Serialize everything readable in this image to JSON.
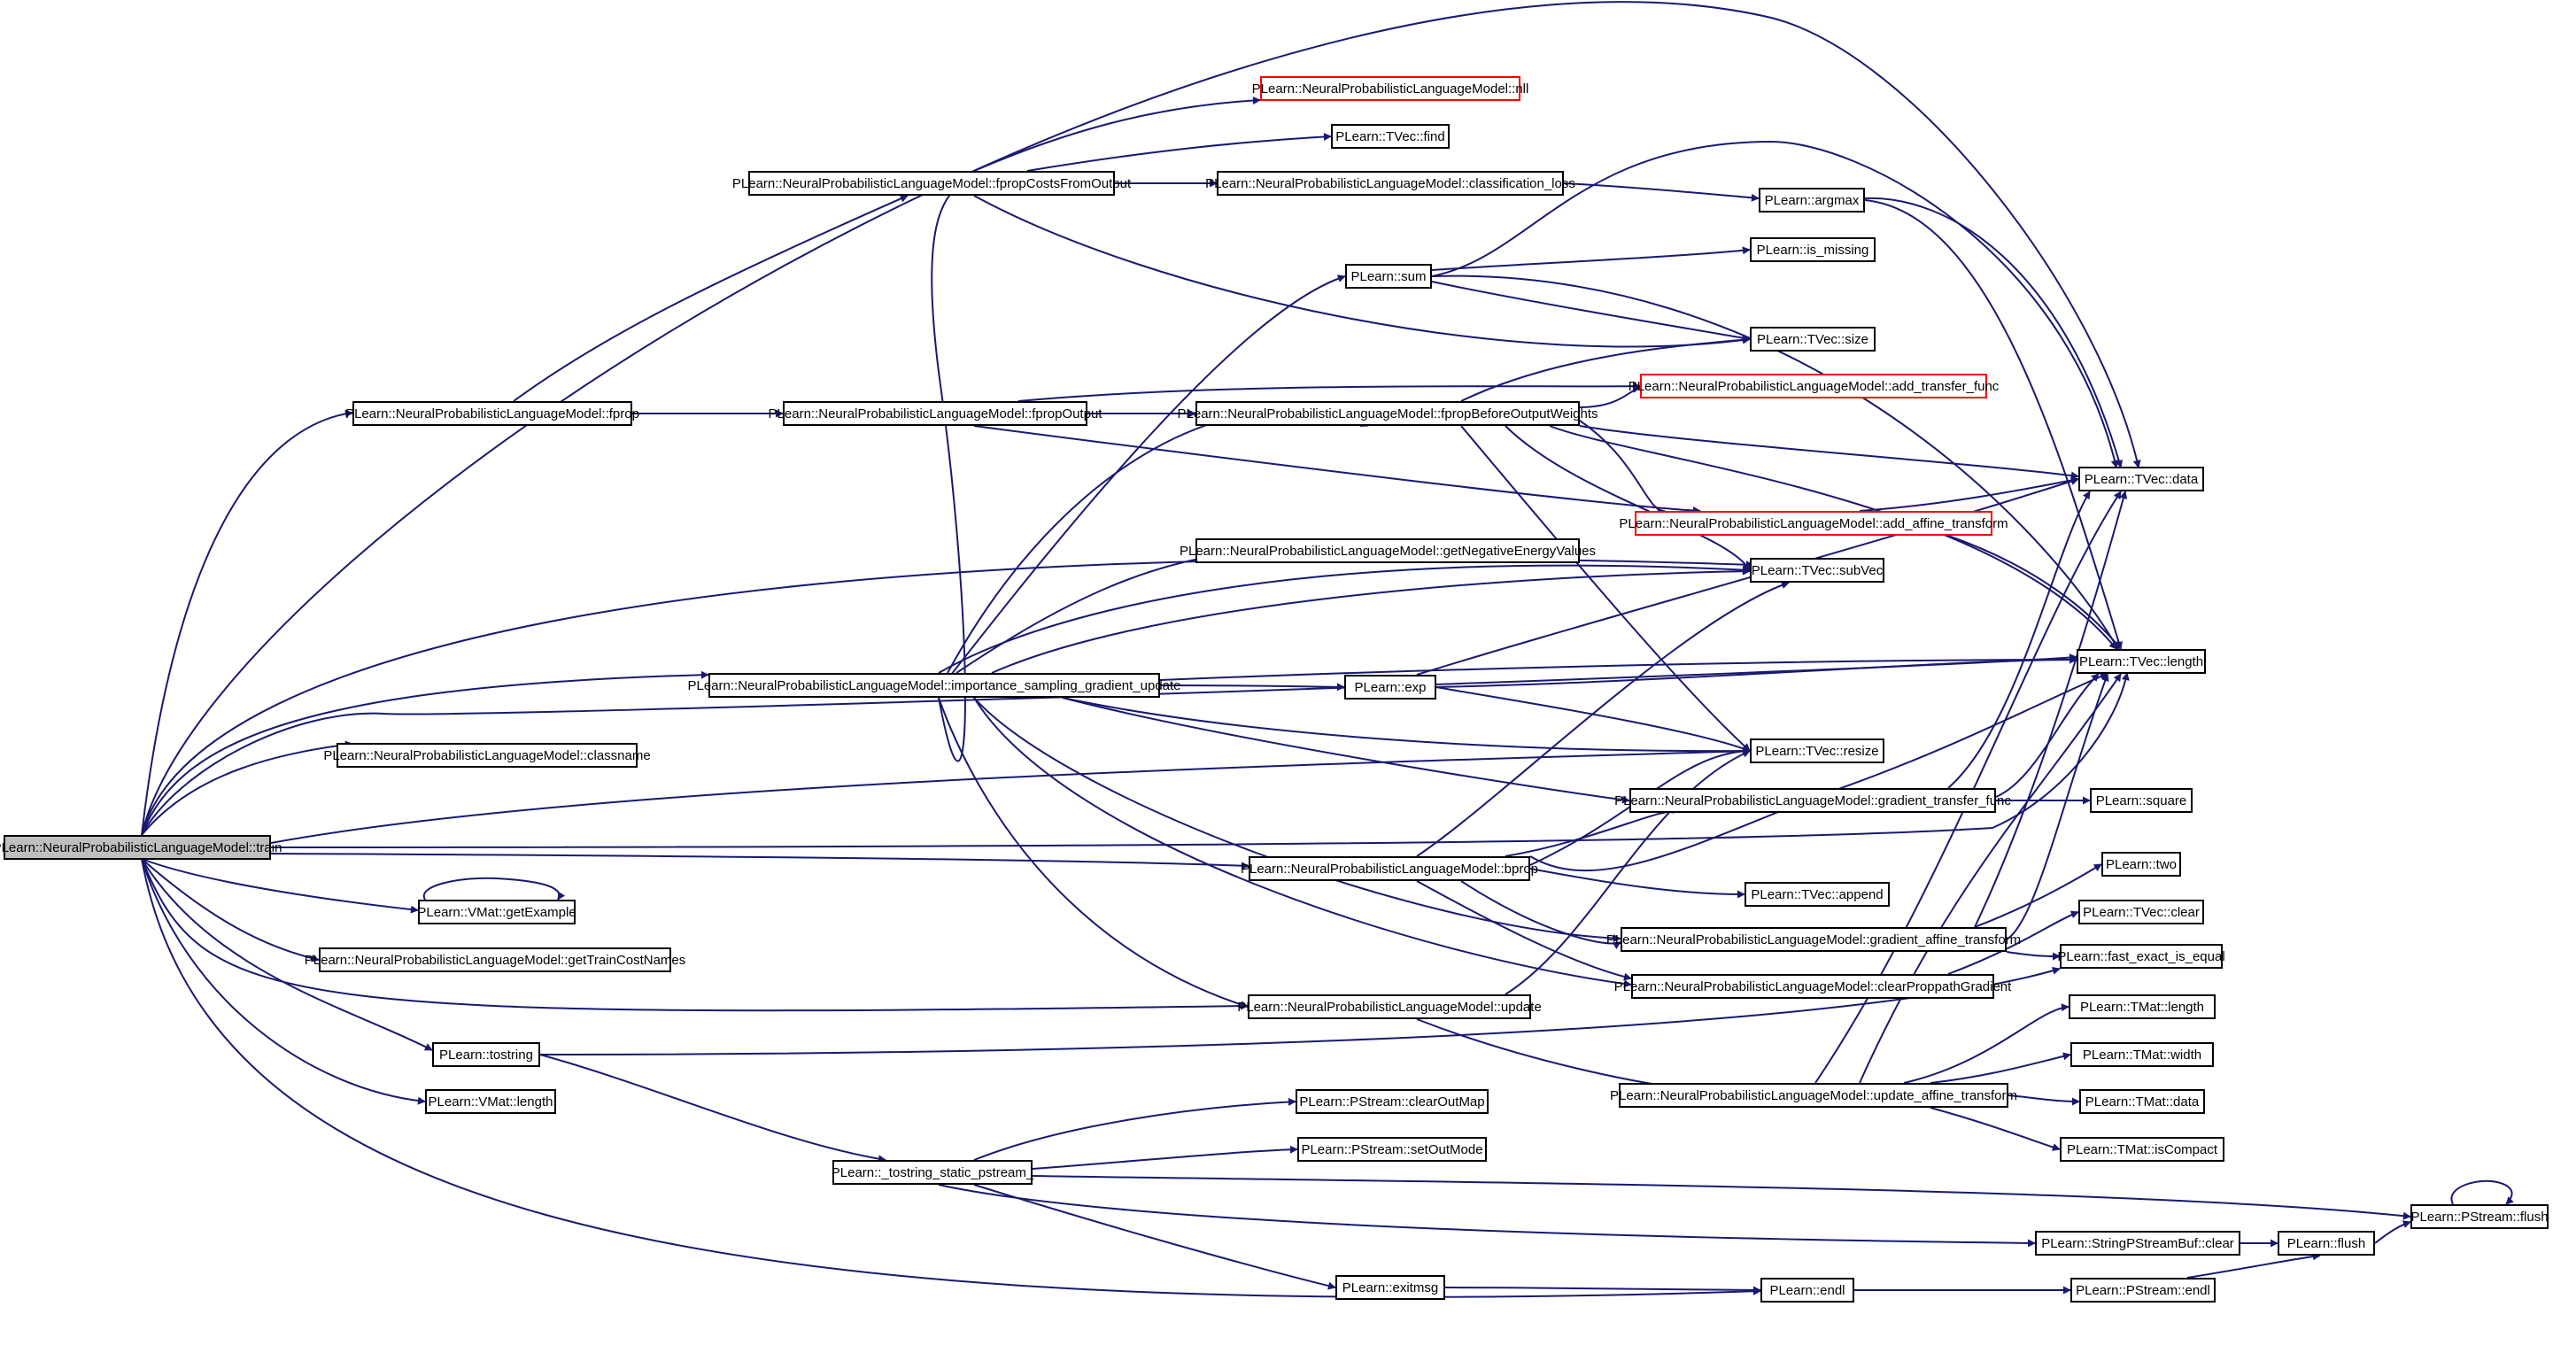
{
  "colors": {
    "edge": "#191970",
    "border": "#000000",
    "red_border": "#ff0000",
    "root_fill": "#bfbfbf"
  },
  "nodes": [
    {
      "id": "train",
      "label": "PLearn::NeuralProbabilisticLanguageModel::train",
      "root": true
    },
    {
      "id": "nll",
      "label": "PLearn::NeuralProbabilisticLanguageModel::nll",
      "red": true
    },
    {
      "id": "find",
      "label": "PLearn::TVec::find"
    },
    {
      "id": "fpcfo",
      "label": "PLearn::NeuralProbabilisticLanguageModel::fpropCostsFromOutput"
    },
    {
      "id": "closs",
      "label": "PLearn::NeuralProbabilisticLanguageModel::classification_loss"
    },
    {
      "id": "argmax",
      "label": "PLearn::argmax"
    },
    {
      "id": "sum",
      "label": "PLearn::sum"
    },
    {
      "id": "ismissing",
      "label": "PLearn::is_missing"
    },
    {
      "id": "size",
      "label": "PLearn::TVec::size"
    },
    {
      "id": "fprop",
      "label": "PLearn::NeuralProbabilisticLanguageModel::fprop"
    },
    {
      "id": "fpropout",
      "label": "PLearn::NeuralProbabilisticLanguageModel::fpropOutput"
    },
    {
      "id": "fbow",
      "label": "PLearn::NeuralProbabilisticLanguageModel::fpropBeforeOutputWeights"
    },
    {
      "id": "addtf",
      "label": "PLearn::NeuralProbabilisticLanguageModel::add_transfer_func",
      "red": true
    },
    {
      "id": "tdata",
      "label": "PLearn::TVec::data"
    },
    {
      "id": "addaff",
      "label": "PLearn::NeuralProbabilisticLanguageModel::add_affine_transform",
      "red": true
    },
    {
      "id": "gnev",
      "label": "PLearn::NeuralProbabilisticLanguageModel::getNegativeEnergyValues"
    },
    {
      "id": "subvec",
      "label": "PLearn::TVec::subVec"
    },
    {
      "id": "isgu",
      "label": "PLearn::NeuralProbabilisticLanguageModel::importance_sampling_gradient_update"
    },
    {
      "id": "exp",
      "label": "PLearn::exp"
    },
    {
      "id": "tlength",
      "label": "PLearn::TVec::length"
    },
    {
      "id": "classname",
      "label": "PLearn::NeuralProbabilisticLanguageModel::classname"
    },
    {
      "id": "resize",
      "label": "PLearn::TVec::resize"
    },
    {
      "id": "gtf",
      "label": "PLearn::NeuralProbabilisticLanguageModel::gradient_transfer_func"
    },
    {
      "id": "square",
      "label": "PLearn::square"
    },
    {
      "id": "bprop",
      "label": "PLearn::NeuralProbabilisticLanguageModel::bprop"
    },
    {
      "id": "two",
      "label": "PLearn::two"
    },
    {
      "id": "getex",
      "label": "PLearn::VMat::getExample"
    },
    {
      "id": "append",
      "label": "PLearn::TVec::append"
    },
    {
      "id": "tclear",
      "label": "PLearn::TVec::clear"
    },
    {
      "id": "gat",
      "label": "PLearn::NeuralProbabilisticLanguageModel::gradient_affine_transform"
    },
    {
      "id": "gtcn",
      "label": "PLearn::NeuralProbabilisticLanguageModel::getTrainCostNames"
    },
    {
      "id": "feie",
      "label": "PLearn::fast_exact_is_equal"
    },
    {
      "id": "cpg",
      "label": "PLearn::NeuralProbabilisticLanguageModel::clearProppathGradient"
    },
    {
      "id": "update",
      "label": "PLearn::NeuralProbabilisticLanguageModel::update"
    },
    {
      "id": "mlength",
      "label": "PLearn::TMat::length"
    },
    {
      "id": "tostring",
      "label": "PLearn::tostring"
    },
    {
      "id": "mwidth",
      "label": "PLearn::TMat::width"
    },
    {
      "id": "uat",
      "label": "PLearn::NeuralProbabilisticLanguageModel::update_affine_transform"
    },
    {
      "id": "mdata",
      "label": "PLearn::TMat::data"
    },
    {
      "id": "vlength",
      "label": "PLearn::VMat::length"
    },
    {
      "id": "clearoutmap",
      "label": "PLearn::PStream::clearOutMap"
    },
    {
      "id": "iscompact",
      "label": "PLearn::TMat::isCompact"
    },
    {
      "id": "setoutmode",
      "label": "PLearn::PStream::setOutMode"
    },
    {
      "id": "tsps",
      "label": "PLearn::_tostring_static_pstream_"
    },
    {
      "id": "psflush",
      "label": "PLearn::PStream::flush"
    },
    {
      "id": "spbclear",
      "label": "PLearn::StringPStreamBuf::clear"
    },
    {
      "id": "flush",
      "label": "PLearn::flush"
    },
    {
      "id": "exitmsg",
      "label": "PLearn::exitmsg"
    },
    {
      "id": "endl",
      "label": "PLearn::endl"
    },
    {
      "id": "psendl",
      "label": "PLearn::PStream::endl"
    }
  ]
}
